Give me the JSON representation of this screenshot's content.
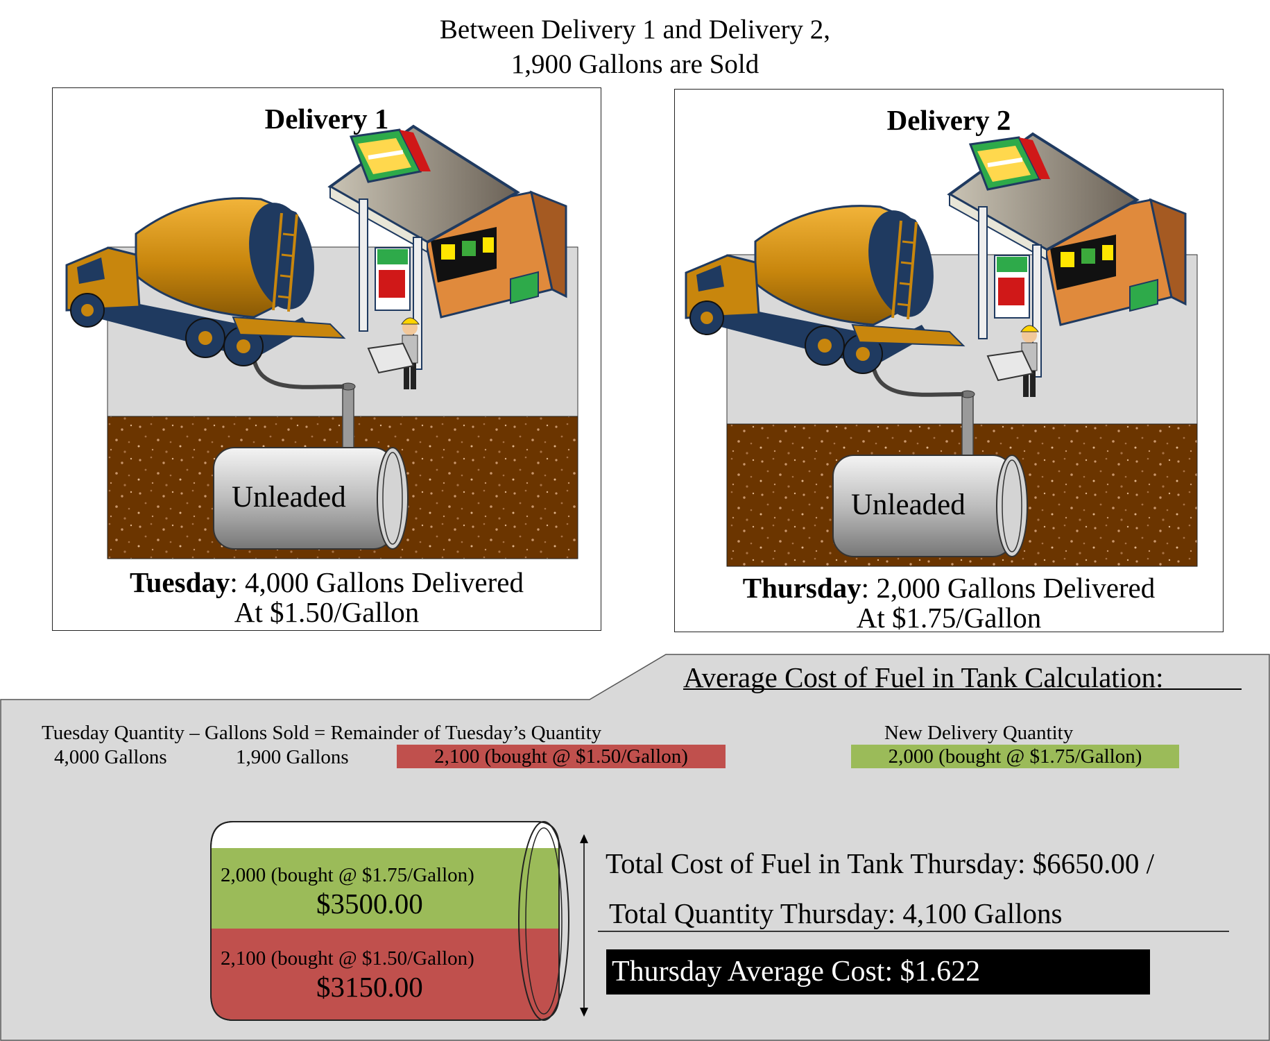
{
  "header": {
    "line1": "Between Delivery 1 and Delivery 2,",
    "line2": "1,900 Gallons are Sold"
  },
  "delivery1": {
    "title": "Delivery 1",
    "tank_label": "Unleaded",
    "day": "Tuesday",
    "caption_rest": ": 4,000 Gallons Delivered",
    "caption_line2": "At $1.50/Gallon"
  },
  "delivery2": {
    "title": "Delivery 2",
    "tank_label": "Unleaded",
    "day": "Thursday",
    "caption_rest": ": 2,000 Gallons Delivered",
    "caption_line2": "At $1.75/Gallon"
  },
  "calculation": {
    "heading": "Average Cost of Fuel in Tank Calculation:",
    "equation": "Tuesday Quantity – Gallons Sold = Remainder of Tuesday’s Quantity",
    "tuesday_qty": "4,000 Gallons",
    "gallons_sold": "1,900 Gallons",
    "remainder_chip": "2,100 (bought @ $1.50/Gallon)",
    "new_delivery_label": "New Delivery Quantity",
    "new_delivery_chip": "2,000 (bought @ $1.75/Gallon)",
    "tank_top_label": "2,000 (bought @ $1.75/Gallon)",
    "tank_top_value": "$3500.00",
    "tank_bottom_label": "2,100 (bought @ $1.50/Gallon)",
    "tank_bottom_value": "$3150.00",
    "total_cost": "Total Cost of Fuel in Tank Thursday: $6650.00 /",
    "total_qty": "Total Quantity Thursday: 4,100 Gallons",
    "average": "Thursday Average Cost: $1.622"
  },
  "colors": {
    "red_chip": "#c0504d",
    "green_chip": "#9bbb59",
    "soil": "#6b3500",
    "pavement": "#d9d9d9",
    "calc_background": "#d9d9d9"
  }
}
